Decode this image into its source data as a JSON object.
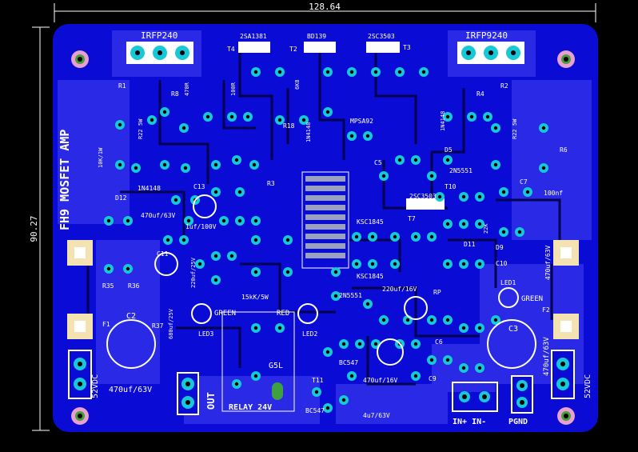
{
  "board": {
    "title": "FH9 MOSFET AMP",
    "width_label": "128.64",
    "height_label": "90.27",
    "colors": {
      "background": "#000000",
      "board": "#0b0bd6",
      "copper": "#2a2ae6",
      "trace": "#1010f0",
      "pad": "#17c8d8",
      "silk": "#ffffff",
      "hole": "#000000"
    }
  },
  "labels": {
    "irfp240": "IRFP240",
    "irfp9240": "IRFP9240",
    "sa1381": "2SA1381",
    "bd139": "BD139",
    "sc3503a": "2SC3503",
    "sc3503b": "2SC3503",
    "mpsa92": "MPSA92",
    "n5551a": "2N5551",
    "n5551b": "2N5551",
    "ksc1845a": "KSC1845",
    "ksc1845b": "KSC1845",
    "bc547a": "BC547",
    "bc547b": "BC547",
    "n4148a": "1N4148",
    "dc52a": "52VDC",
    "dc52b": "52VDC",
    "cap470a": "470uf/63V",
    "cap470b": "470uf/63V",
    "cap470c": "470uf/63V",
    "cap470d": "470uf/63V",
    "cap4u7": "4u7/63V",
    "cap470_16": "470uf/16V",
    "cap220": "220uf/16V",
    "out": "OUT",
    "relay": "RELAY 24V",
    "g5l": "G5L",
    "green1": "GREEN",
    "green2": "GREEN",
    "red": "RED",
    "in": "IN+ IN-",
    "pgnd": "PGND",
    "r38": "15kK/5W",
    "r1": "R1",
    "r2": "R2",
    "r3": "R3",
    "r4": "R4",
    "r6": "R6",
    "r8": "R8",
    "r18": "R18",
    "r35": "R35",
    "r36": "R36",
    "r37": "R37",
    "c2": "C2",
    "c3": "C3",
    "c7": "C7",
    "c9": "C9",
    "c10": "C10",
    "c11": "C11",
    "c13": "C13",
    "f1": "F1",
    "f2": "F2",
    "t2": "T2",
    "t3": "T3",
    "t4": "T4",
    "t7": "T7",
    "t10": "T10",
    "t11": "T11",
    "led1": "LED1",
    "led2": "LED2",
    "led3": "LED3",
    "d5": "D5",
    "d9": "D9",
    "d11": "D11",
    "d12": "D12",
    "d_1n4148b": "1N4148",
    "d_1n4148c": "1N4148",
    "r0_22a": "R22 5W",
    "r0_22b": "R22 5W",
    "r10w": "10K/1W",
    "c100nf": "100nf",
    "c1uf": "1uf/100V",
    "c220_25": "220uf/25V",
    "c680": "680uf/25V",
    "r470": "470R",
    "r22k": "22K",
    "r100r": "100R",
    "r68k": "6K8",
    "rp": "RP",
    "c5": "C5",
    "c6": "C6"
  }
}
